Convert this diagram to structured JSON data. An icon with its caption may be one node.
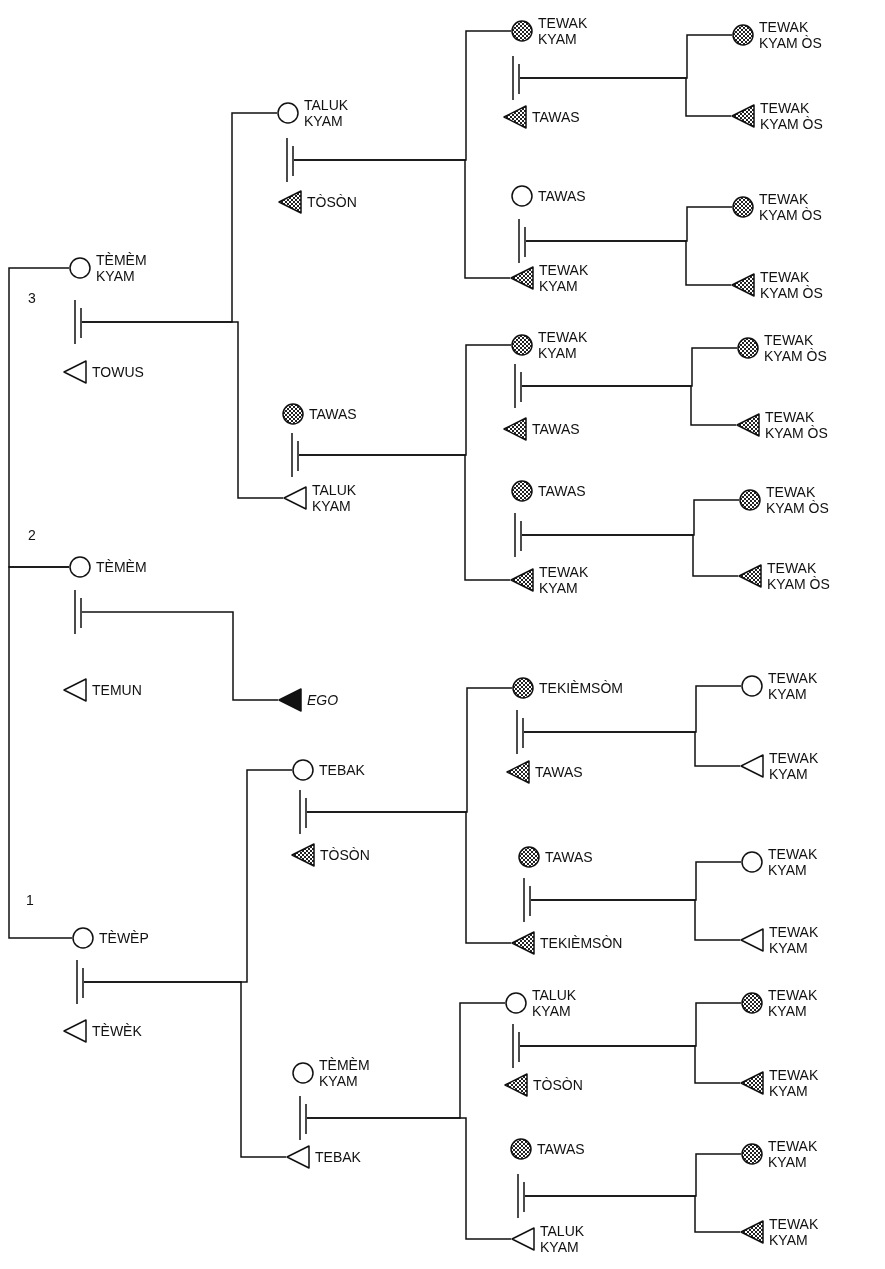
{
  "diagram": {
    "nodes": [
      {
        "text": [],
        "shape": "circle",
        "beside": [
          "TÈMÈM KYAM"
        ]
      },
      {
        "text": [],
        "shape": "bar"
      },
      {
        "text": [],
        "shape": "triangle",
        "beside": [
          "TOWUS"
        ]
      },
      {
        "text": [],
        "shape": "circle",
        "beside": [
          "TÈMÈM"
        ]
      },
      {
        "text": [],
        "shape": "bar"
      },
      {
        "text": [],
        "shape": "triangle",
        "beside": [
          "TEMUN"
        ]
      },
      {
        "text": [],
        "shape": "circle",
        "beside": [
          "TÈWÈP"
        ]
      },
      {
        "text": [],
        "shape": "bar"
      },
      {
        "text": [],
        "shape": "triangle",
        "beside": [
          "TÈWÈK"
        ]
      },
      {
        "text": [],
        "shape": "circle",
        "beside": [
          "TALUK KYAM"
        ]
      },
      {
        "text": [],
        "shape": "bar"
      },
      {
        "text": [],
        "shape": "triangle",
        "beside": [
          "TÒSÒN"
        ]
      },
      {
        "text": [],
        "shape": "circle",
        "beside": [
          "TAWAS"
        ]
      },
      {
        "text": [],
        "shape": "bar"
      },
      {
        "text": [],
        "shape": "triangle",
        "beside": [
          "TALUK KYAM"
        ]
      },
      {
        "text": [],
        "shape": "triangle",
        "beside": [
          "EGO"
        ]
      },
      {
        "text": [],
        "shape": "circle",
        "beside": [
          "TEBAK"
        ]
      },
      {
        "text": [],
        "shape": "bar"
      },
      {
        "text": [],
        "shape": "triangle",
        "beside": [
          "TÒSÒN"
        ]
      },
      {
        "text": [],
        "shape": "circle",
        "beside": [
          "TÈMÈM KYAM"
        ]
      },
      {
        "text": [],
        "shape": "bar"
      },
      {
        "text": [],
        "shape": "triangle",
        "beside": [
          "TEBAK"
        ]
      },
      {
        "text": [],
        "shape": "circle",
        "beside": [
          "TEWAK KYAM"
        ]
      },
      {
        "text": [],
        "shape": "bar"
      },
      {
        "text": [],
        "shape": "triangle",
        "beside": [
          "TAWAS"
        ]
      },
      {
        "text": [],
        "shape": "circle",
        "beside": [
          "TAWAS"
        ]
      },
      {
        "text": [],
        "shape": "bar"
      },
      {
        "text": [],
        "shape": "triangle",
        "beside": [
          "TEWAK KYAM"
        ]
      },
      {
        "text": [],
        "shape": "circle",
        "beside": [
          "TEWAK KYAM"
        ]
      },
      {
        "text": [],
        "shape": "bar"
      },
      {
        "text": [],
        "shape": "triangle",
        "beside": [
          "TAWAS"
        ]
      },
      {
        "text": [],
        "shape": "circle",
        "beside": [
          "TAWAS"
        ]
      },
      {
        "text": [],
        "shape": "bar"
      },
      {
        "text": [],
        "shape": "triangle",
        "beside": [
          "TEWAK KYAM"
        ]
      },
      {
        "text": [],
        "shape": "circle",
        "beside": [
          "TEKIÈMSÒM"
        ]
      },
      {
        "text": [],
        "shape": "bar"
      },
      {
        "text": [],
        "shape": "triangle",
        "beside": [
          "TAWAS"
        ]
      },
      {
        "text": [],
        "shape": "circle",
        "beside": [
          "TAWAS"
        ]
      },
      {
        "text": [],
        "shape": "bar"
      },
      {
        "text": [],
        "shape": "triangle",
        "beside": [
          "TEKIÈMSÒN"
        ]
      },
      {
        "text": [],
        "shape": "circle",
        "beside": [
          "TALUK KYAM"
        ]
      },
      {
        "text": [],
        "shape": "bar"
      },
      {
        "text": [],
        "shape": "triangle",
        "beside": [
          "TÒSÒN"
        ]
      },
      {
        "text": [],
        "shape": "circle",
        "beside": [
          "TAWAS"
        ]
      },
      {
        "text": [],
        "shape": "bar"
      },
      {
        "text": [],
        "shape": "triangle",
        "beside": [
          "TALUK KYAM"
        ]
      },
      {
        "text": [],
        "shape": "circle",
        "beside": [
          "TEWAK KYAM ÒS"
        ]
      },
      {
        "text": [],
        "shape": "triangle",
        "beside": [
          "TEWAK KYAM ÒS"
        ]
      },
      {
        "text": [],
        "shape": "circle",
        "beside": [
          "TEWAK KYAM ÒS"
        ]
      },
      {
        "text": [],
        "shape": "triangle",
        "beside": [
          "TEWAK KYAM ÒS"
        ]
      },
      {
        "text": [],
        "shape": "circle",
        "beside": [
          "TEWAK KYAM ÒS"
        ]
      },
      {
        "text": [],
        "shape": "triangle",
        "beside": [
          "TEWAK KYAM ÒS"
        ]
      },
      {
        "text": [],
        "shape": "circle",
        "beside": [
          "TEWAK KYAM ÒS"
        ]
      },
      {
        "text": [],
        "shape": "triangle",
        "beside": [
          "TEWAK KYAM ÒS"
        ]
      },
      {
        "text": [],
        "shape": "circle",
        "beside": [
          "TEWAK KYAM"
        ]
      },
      {
        "text": [],
        "shape": "triangle",
        "beside": [
          "TEWAK KYAM"
        ]
      },
      {
        "text": [],
        "shape": "circle",
        "beside": [
          "TEWAK KYAM"
        ]
      },
      {
        "text": [],
        "shape": "triangle",
        "beside": [
          "TEWAK KYAM"
        ]
      },
      {
        "text": [],
        "shape": "circle",
        "beside": [
          "TEWAK KYAM"
        ]
      },
      {
        "text": [],
        "shape": "triangle",
        "beside": [
          "TEWAK KYAM"
        ]
      },
      {
        "text": [],
        "shape": "circle",
        "beside": [
          "TEWAK KYAM"
        ]
      },
      {
        "text": [],
        "shape": "triangle",
        "beside": [
          "TEWAK KYAM"
        ]
      }
    ],
    "edges": [
      {
        "from": 0,
        "to": 3,
        "arrow": "none"
      },
      {
        "from": 3,
        "to": 6,
        "arrow": "none"
      },
      {
        "from": 1,
        "to": 9,
        "arrow": "none"
      },
      {
        "from": 1,
        "to": 14,
        "arrow": "none"
      },
      {
        "from": 4,
        "to": 15,
        "arrow": "none"
      },
      {
        "from": 7,
        "to": 16,
        "arrow": "none"
      },
      {
        "from": 7,
        "to": 21,
        "arrow": "none"
      },
      {
        "from": 10,
        "to": 22,
        "arrow": "none"
      },
      {
        "from": 10,
        "to": 27,
        "arrow": "none"
      },
      {
        "from": 13,
        "to": 28,
        "arrow": "none"
      },
      {
        "from": 13,
        "to": 33,
        "arrow": "none"
      },
      {
        "from": 17,
        "to": 34,
        "arrow": "none"
      },
      {
        "from": 17,
        "to": 39,
        "arrow": "none"
      },
      {
        "from": 20,
        "to": 40,
        "arrow": "none"
      },
      {
        "from": 20,
        "to": 45,
        "arrow": "none"
      },
      {
        "from": 23,
        "to": 46,
        "arrow": "none"
      },
      {
        "from": 23,
        "to": 47,
        "arrow": "none"
      },
      {
        "from": 26,
        "to": 48,
        "arrow": "none"
      },
      {
        "from": 26,
        "to": 49,
        "arrow": "none"
      },
      {
        "from": 29,
        "to": 50,
        "arrow": "none"
      },
      {
        "from": 29,
        "to": 51,
        "arrow": "none"
      },
      {
        "from": 32,
        "to": 52,
        "arrow": "none"
      },
      {
        "from": 32,
        "to": 53,
        "arrow": "none"
      },
      {
        "from": 35,
        "to": 54,
        "arrow": "none"
      },
      {
        "from": 35,
        "to": 55,
        "arrow": "none"
      },
      {
        "from": 38,
        "to": 56,
        "arrow": "none"
      },
      {
        "from": 38,
        "to": 57,
        "arrow": "none"
      },
      {
        "from": 41,
        "to": 58,
        "arrow": "none"
      },
      {
        "from": 41,
        "to": 59,
        "arrow": "none"
      },
      {
        "from": 44,
        "to": 60,
        "arrow": "none"
      },
      {
        "from": 44,
        "to": 61,
        "arrow": "none"
      }
    ],
    "labels": [
      "3",
      "2",
      "1"
    ]
  }
}
